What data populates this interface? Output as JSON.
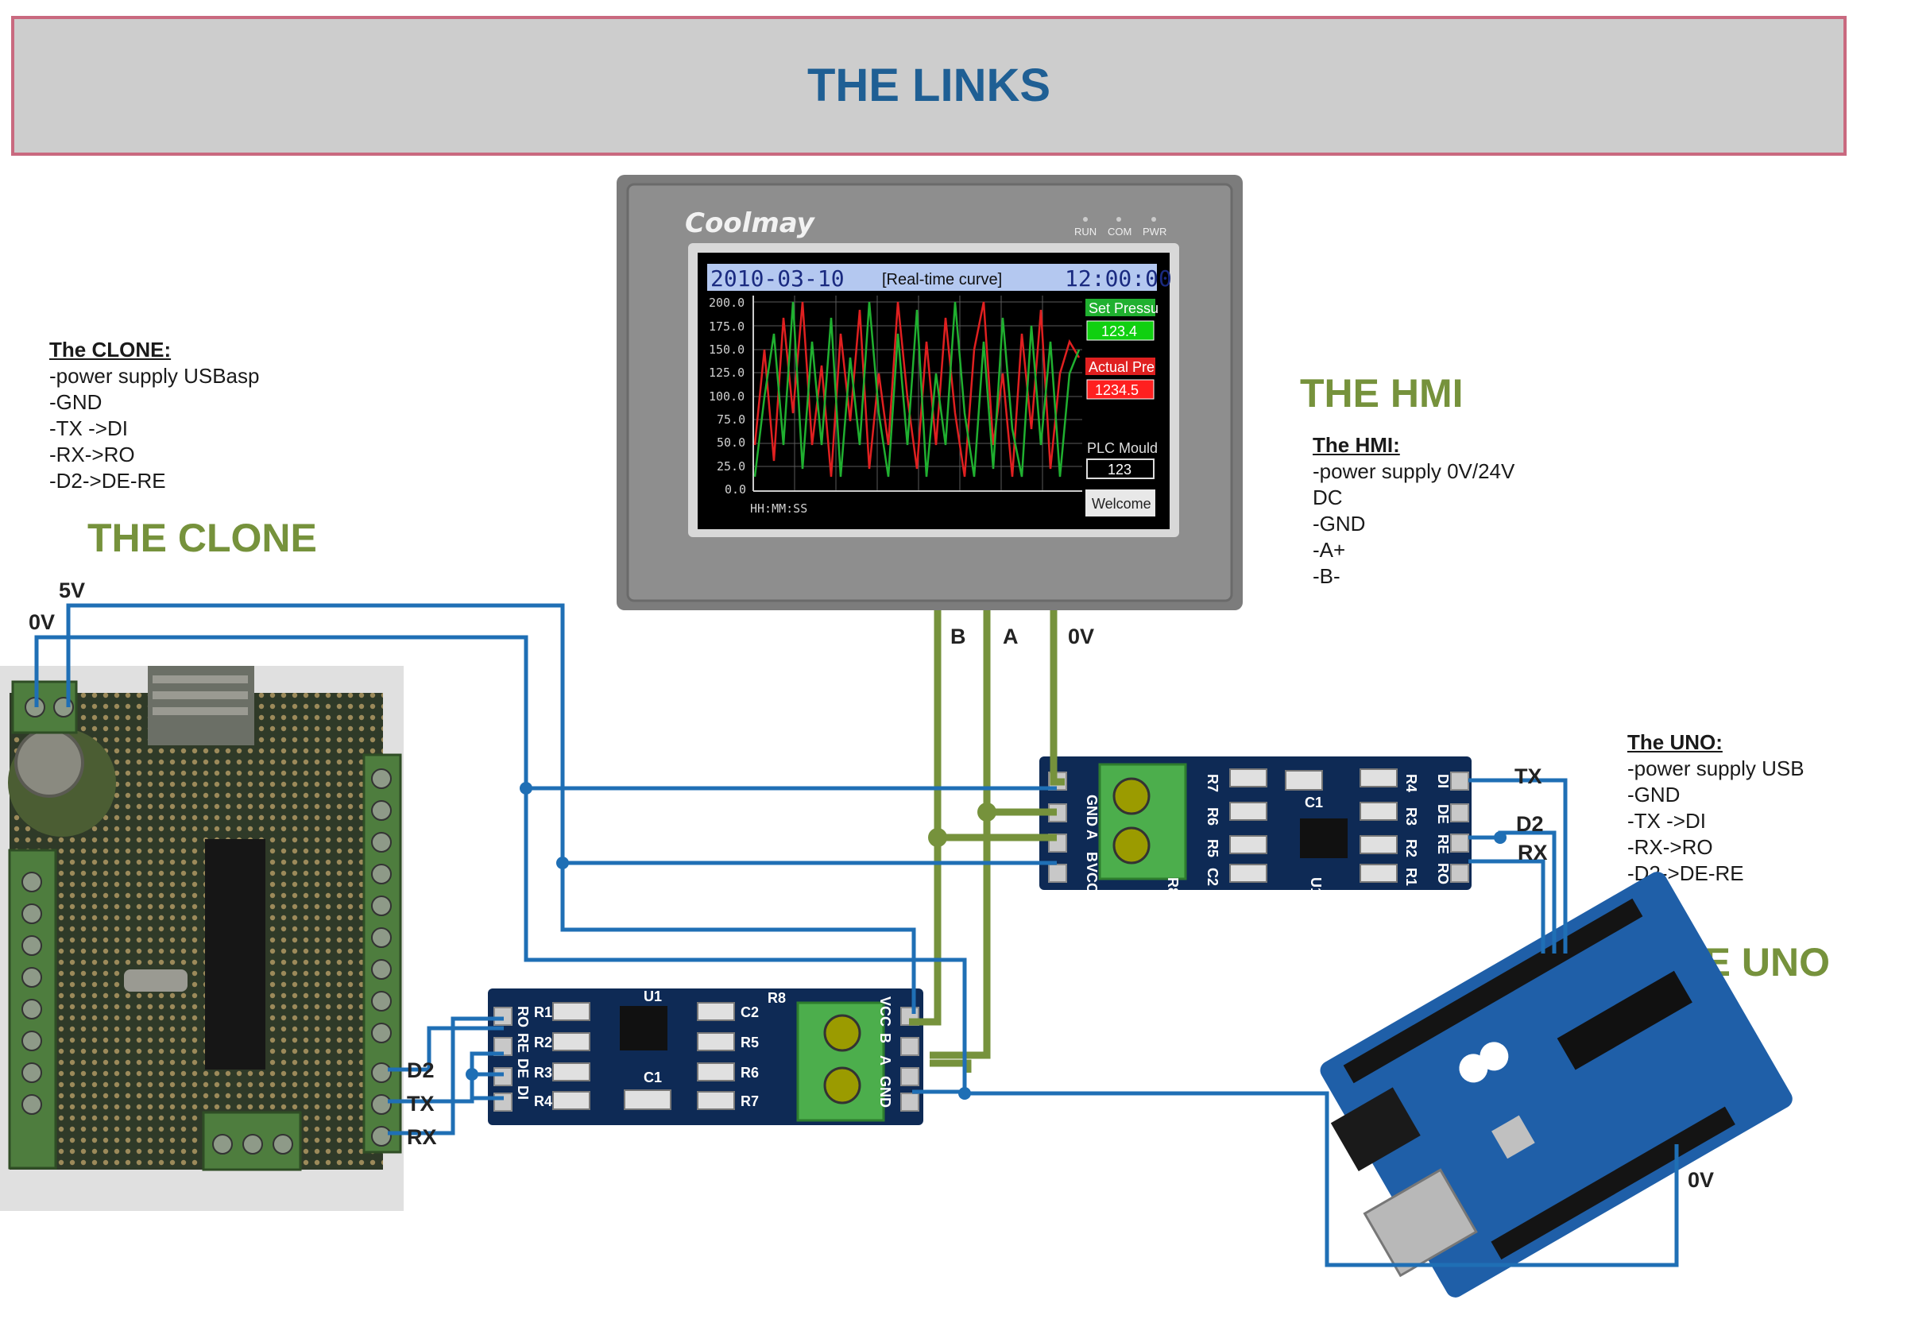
{
  "title": "THE LINKS",
  "sections": {
    "clone": "THE CLONE",
    "hmi": "THE HMI",
    "uno": "THE UNO"
  },
  "notes": {
    "clone": {
      "heading": "The CLONE:",
      "lines": [
        "-power supply USBasp",
        "-GND",
        "-TX ->DI",
        "-RX->RO",
        "-D2->DE-RE"
      ]
    },
    "hmi": {
      "heading": "The HMI:",
      "lines": [
        "-power supply 0V/24V",
        "DC",
        "-GND",
        "-A+",
        "-B-"
      ]
    },
    "uno": {
      "heading": "The UNO:",
      "lines": [
        "-power supply USB",
        "-GND",
        "-TX ->DI",
        "-RX->RO",
        "-D2->DE-RE"
      ]
    }
  },
  "wire_labels": {
    "clone_5v": "5V",
    "clone_0v": "0V",
    "hmi_b": "B",
    "hmi_a": "A",
    "hmi_0v": "0V",
    "clone_d2": "D2",
    "clone_tx": "TX",
    "clone_rx": "RX",
    "uno_tx": "TX",
    "uno_d2": "D2",
    "uno_rx": "RX",
    "uno_0v": "0V"
  },
  "hmi_screen": {
    "brand": "Coolmay",
    "indicators": [
      "RUN",
      "COM",
      "PWR"
    ],
    "date": "2010-03-10",
    "chart_title": "[Real-time curve]",
    "time": "12:00:00",
    "y_ticks": [
      "200.0",
      "175.0",
      "150.0",
      "125.0",
      "100.0",
      "75.0",
      "50.0",
      "25.0",
      "0.0"
    ],
    "x_label": "HH:MM:SS",
    "set_label": "Set Pressu",
    "set_value": "123.4",
    "actual_label": "Actual Pre",
    "actual_value": "1234.5",
    "plc_label": "PLC Mould",
    "plc_value": "123",
    "welcome": "Welcome"
  },
  "rs485_module": {
    "pins_left": [
      "RO",
      "RE",
      "DE",
      "DI"
    ],
    "pins_right": [
      "VCC",
      "B",
      "A",
      "GND"
    ],
    "resistors": [
      "R1",
      "R2",
      "R3",
      "R4",
      "R5",
      "R6",
      "R7",
      "R8"
    ],
    "caps": [
      "C1",
      "C2"
    ],
    "chip": "U1"
  },
  "colors": {
    "wire_blue": "#1f6fb5",
    "wire_green": "#76923c",
    "title_blue": "#1f5f94",
    "section_green": "#76923c",
    "banner_border": "#c9697f",
    "pcb_blue": "#0e2a55",
    "terminal_green": "#4cae4c"
  }
}
